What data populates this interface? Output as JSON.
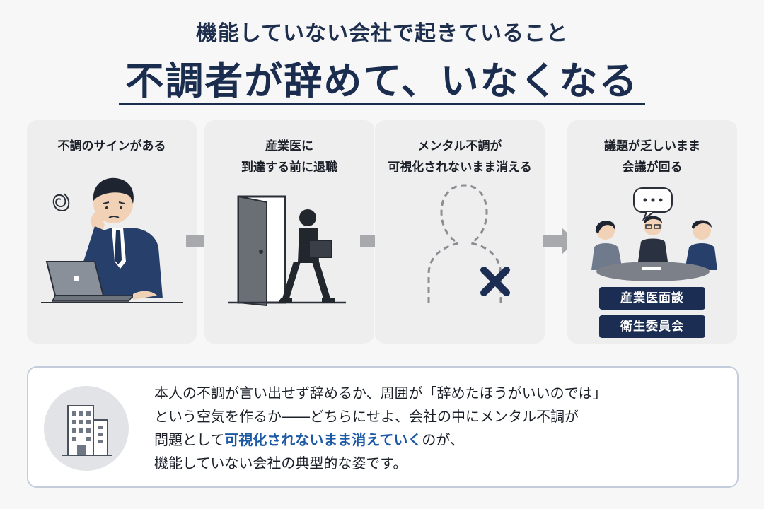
{
  "header": {
    "subtitle": "機能していない会社で起きていること",
    "title": "不調者が辞めて、いなくなる"
  },
  "steps": [
    {
      "label": "不調のサインがある",
      "icon": "stressed-worker-at-laptop"
    },
    {
      "label_line1": "産業医に",
      "label_line2": "到達する前に退職",
      "icon": "person-leaving-through-door"
    },
    {
      "label_line1": "メンタル不調が",
      "label_line2": "可視化されないまま消える",
      "icon": "dashed-person-outline-with-x"
    },
    {
      "label_line1": "議題が乏しいまま",
      "label_line2": "会議が回る",
      "icon": "meeting-of-three-people",
      "tags": [
        "産業医面談",
        "衛生委員会"
      ]
    }
  ],
  "summary": {
    "icon": "office-building-icon",
    "line1": "本人の不調が言い出せず辞めるか、周囲が「辞めたほうがいいのでは」",
    "line2": "という空気を作るか――どちらにせよ、会社の中にメンタル不調が",
    "line3_pre": "問題として",
    "line3_highlight": "可視化されないまま消えていく",
    "line3_post": "のが、",
    "line4": "機能していない会社の典型的な姿です。"
  },
  "colors": {
    "navy": "#1b2d4f",
    "highlight_blue": "#1c5aa6",
    "card_bg": "#eeeeef",
    "arrow_gray": "#a7a9ad"
  }
}
